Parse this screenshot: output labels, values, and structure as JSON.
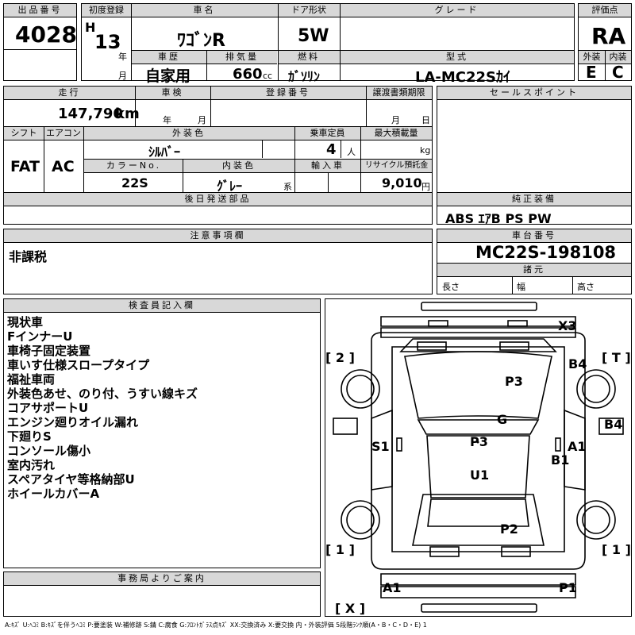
{
  "header": {
    "lot_label": "出品番号",
    "lot_no": "4028",
    "first_reg_label": "初度登録",
    "era": "H",
    "year": "13",
    "year_unit": "年",
    "month_unit": "月",
    "name_label": "車名",
    "name": "ﾜｺﾞﾝR",
    "door_label": "ドア形状",
    "door": "5W",
    "grade_label": "グレード",
    "grade": "",
    "score_label": "評価点",
    "score": "RA",
    "history_label": "車歴",
    "history": "自家用",
    "disp_label": "排気量",
    "disp": "660",
    "disp_unit": "cc",
    "fuel_label": "燃料",
    "fuel": "ｶﾞｿﾘﾝ",
    "model_label": "型式",
    "model": "LA-MC22Sｶｲ",
    "ext_label": "外装",
    "ext": "E",
    "int_label": "内装",
    "int": "C"
  },
  "row2": {
    "mileage_label": "走行",
    "mileage": "147,790",
    "mileage_unit": "km",
    "inspection_label": "車検",
    "year_unit": "年",
    "month_unit": "月",
    "regno_label": "登録番号",
    "transfer_label": "譲渡書類期限",
    "day_unit": "日",
    "shift_label": "シフト",
    "shift": "FAT",
    "ac_label": "エアコン",
    "ac": "AC",
    "color_label": "外装色",
    "color": "ｼﾙﾊﾞｰ",
    "capacity_label": "乗車定員",
    "capacity": "4",
    "capacity_unit": "人",
    "load_label": "最大積載量",
    "load_unit": "kg",
    "colorno_label": "カラーNo.",
    "colorno": "22S",
    "interior_label": "内装色",
    "interior": "ｸﾞﾚｰ",
    "interior_unit": "系",
    "import_label": "輸入車",
    "recycle_label": "リサイクル預託金",
    "recycle": "9,010",
    "recycle_unit": "円",
    "later_label": "後日発送部品"
  },
  "sales_point_label": "セールスポイント",
  "equipment": {
    "label": "純正装備",
    "value": "ABS ｴｱB PS PW"
  },
  "caution": {
    "label": "注意事項欄",
    "value": "非課税"
  },
  "chassis": {
    "label": "車台番号",
    "value": "MC22S-198108",
    "dims_label": "諸元",
    "length": "長さ",
    "width": "幅",
    "height": "高さ"
  },
  "inspector": {
    "label": "検査員記入欄",
    "notes": [
      "現状車",
      "FインナーU",
      "車椅子固定装置",
      "車いす仕様スロープタイプ",
      "福祉車両",
      "外装色あせ、のり付、うすい線キズ",
      "コアサポートU",
      "エンジン廻りオイル漏れ",
      "下廻りS",
      "コンソール傷小",
      "室内汚れ",
      "スペアタイヤ等格納部U",
      "ホイールカバーA"
    ]
  },
  "office_label": "事務局よりご案内",
  "diagram": {
    "x3": "X3",
    "b4a": "B4",
    "b4b": "B4",
    "p3a": "P3",
    "g": "G",
    "p3b": "P3",
    "s1": "S1",
    "a1a": "A1",
    "b1": "B1",
    "u1": "U1",
    "p2": "P2",
    "a1b": "A1",
    "p1": "P1",
    "tire_fl": "[ 2 ]",
    "tire_fr": "[ T ]",
    "tire_rl": "[ 1 ]",
    "tire_rr": "[ 1 ]",
    "spare": "[ X ]"
  },
  "legend": "A:ｷｽﾞ U:ﾍｺﾐ B:ｷｽﾞを伴うﾍｺﾐ P:要塗装 W:補修跡 S:錆 C:腐食 G:ﾌﾛﾝﾄｶﾞﾗｽ点ｷｽﾞ XX:交換済み X:要交換 内・外装評価 5段階ﾗﾝｸ順(A・B・C・D・E) 1"
}
